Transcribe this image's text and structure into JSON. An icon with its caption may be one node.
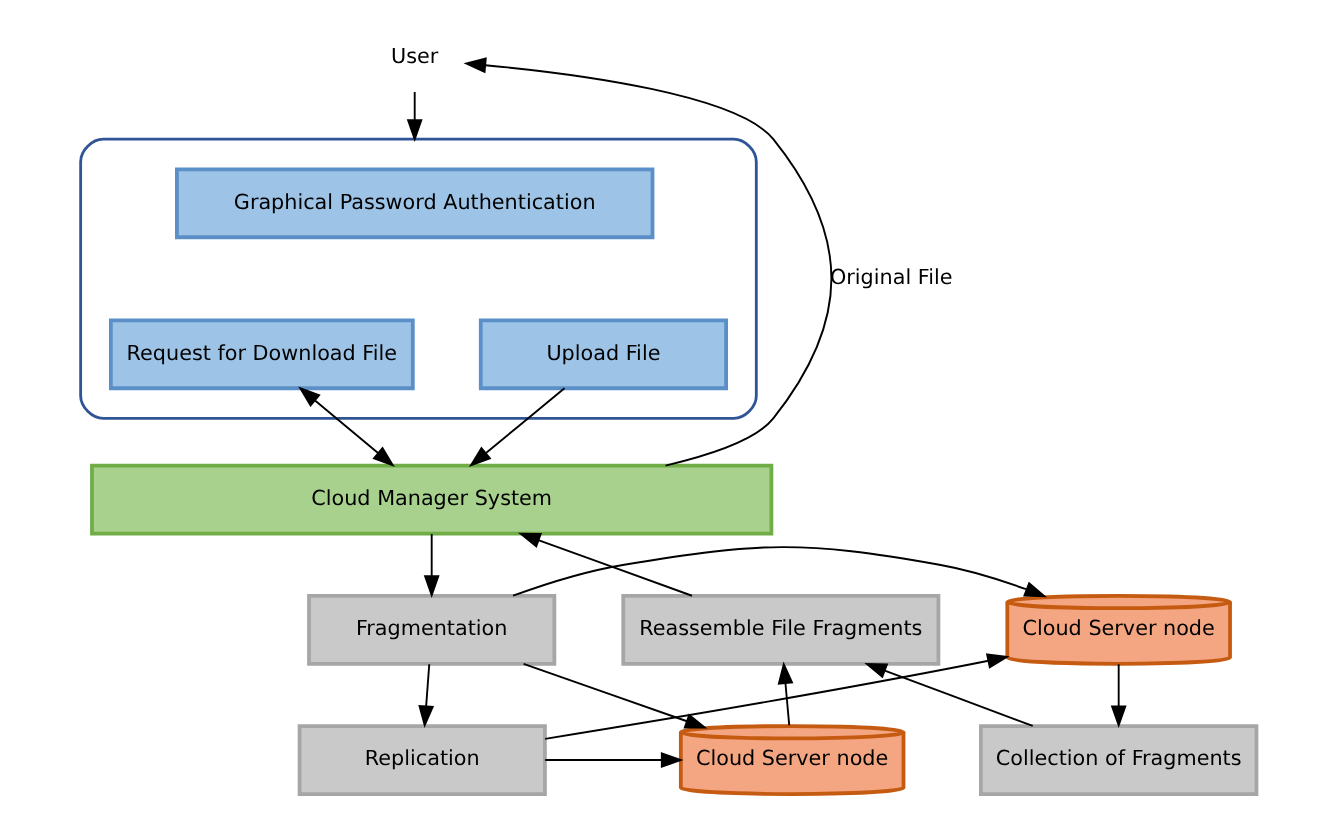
{
  "diagram": {
    "nodes": [
      {
        "text": [
          "User"
        ]
      },
      {
        "text": [],
        "shape": "box"
      },
      {
        "text": [
          "Graphical Password Authentication"
        ],
        "in": 1
      },
      {
        "text": [
          "Upload File"
        ],
        "in": 1
      },
      {
        "text": [
          "Request for Download File"
        ],
        "in": 1
      },
      {
        "text": [
          "Cloud Manager System"
        ]
      },
      {
        "text": [
          "Fragmentation"
        ]
      },
      {
        "text": [
          "Replication"
        ]
      },
      {
        "text": [
          "Cloud Server node"
        ]
      },
      {
        "text": [
          "Cloud Server node"
        ]
      },
      {
        "text": [
          "Reassemble File Fragments"
        ]
      },
      {
        "text": [
          "Collection of Fragments"
        ]
      }
    ],
    "edges": [
      {
        "from": 0,
        "to": 1,
        "arrow": "to"
      },
      {
        "from": 3,
        "to": 5,
        "arrow": "to"
      },
      {
        "from": 4,
        "to": 5,
        "arrow": "both"
      },
      {
        "from": 5,
        "to": 0,
        "arrow": "to",
        "label": "Original File"
      },
      {
        "from": 5,
        "to": 6,
        "arrow": "to"
      },
      {
        "from": 6,
        "to": 7,
        "arrow": "to"
      },
      {
        "from": 6,
        "to": 8,
        "arrow": "to"
      },
      {
        "from": 6,
        "to": 9,
        "arrow": "to"
      },
      {
        "from": 7,
        "to": 8,
        "arrow": "to"
      },
      {
        "from": 7,
        "to": 9,
        "arrow": "to"
      },
      {
        "from": 8,
        "to": 11,
        "arrow": "to"
      },
      {
        "from": 9,
        "to": 10,
        "arrow": "to"
      },
      {
        "from": 11,
        "to": 10,
        "arrow": "to"
      },
      {
        "from": 10,
        "to": 5,
        "arrow": "to"
      }
    ]
  }
}
